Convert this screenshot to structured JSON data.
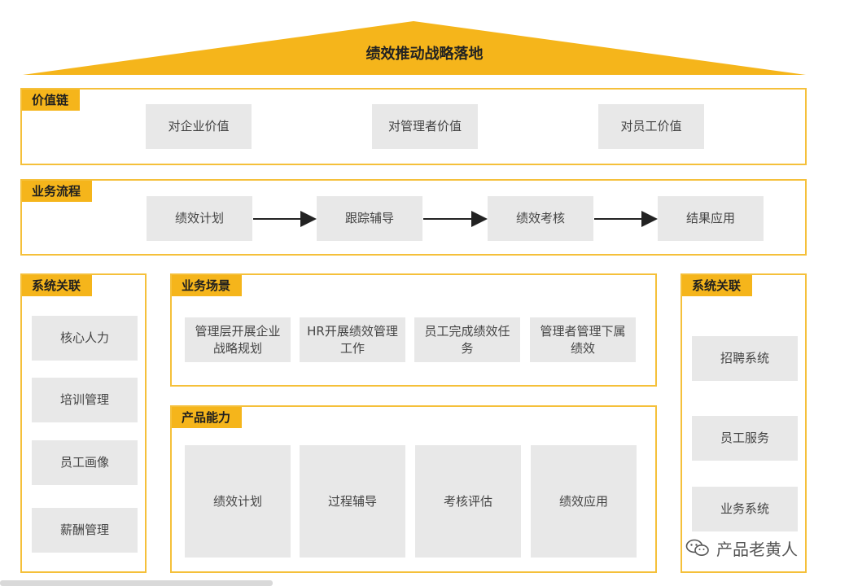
{
  "header": {
    "title": "绩效推动战略落地"
  },
  "value_chain": {
    "label": "价值链",
    "items": [
      "对企业价值",
      "对管理者价值",
      "对员工价值"
    ]
  },
  "business_process": {
    "label": "业务流程",
    "steps": [
      "绩效计划",
      "跟踪辅导",
      "绩效考核",
      "结果应用"
    ]
  },
  "left_systems": {
    "label": "系统关联",
    "items": [
      "核心人力",
      "培训管理",
      "员工画像",
      "薪酬管理"
    ]
  },
  "business_scenarios": {
    "label": "业务场景",
    "items": [
      "管理层开展企业战略规划",
      "HR开展绩效管理工作",
      "员工完成绩效任务",
      "管理者管理下属绩效"
    ]
  },
  "product_capabilities": {
    "label": "产品能力",
    "items": [
      "绩效计划",
      "过程辅导",
      "考核评估",
      "绩效应用"
    ]
  },
  "right_systems": {
    "label": "系统关联",
    "items": [
      "招聘系统",
      "员工服务",
      "业务系统"
    ]
  },
  "watermark": {
    "text": "产品老黄人",
    "icon": "wechat-icon"
  },
  "colors": {
    "accent": "#f5b51b",
    "border": "#f5c03a",
    "box": "#e8e8e8"
  }
}
